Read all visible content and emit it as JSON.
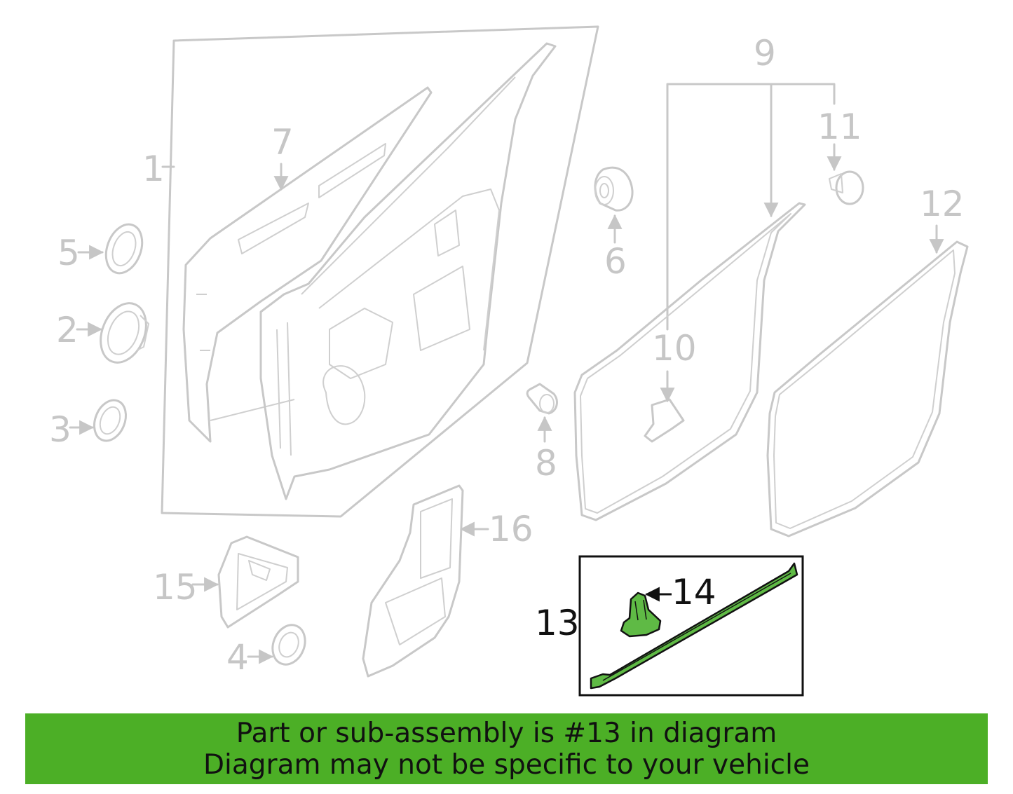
{
  "callouts": {
    "c1": "1",
    "c2": "2",
    "c3": "3",
    "c4": "4",
    "c5": "5",
    "c6": "6",
    "c7": "7",
    "c8": "8",
    "c9": "9",
    "c10": "10",
    "c11": "11",
    "c12": "12",
    "c13": "13",
    "c14": "14",
    "c15": "15",
    "c16": "16"
  },
  "highlight": {
    "part": "13",
    "color": "#5fba45"
  },
  "banner": {
    "line1": "Part or sub-assembly is #13 in diagram",
    "line2": "Diagram may not be specific to your vehicle",
    "color": "#4caf26"
  }
}
